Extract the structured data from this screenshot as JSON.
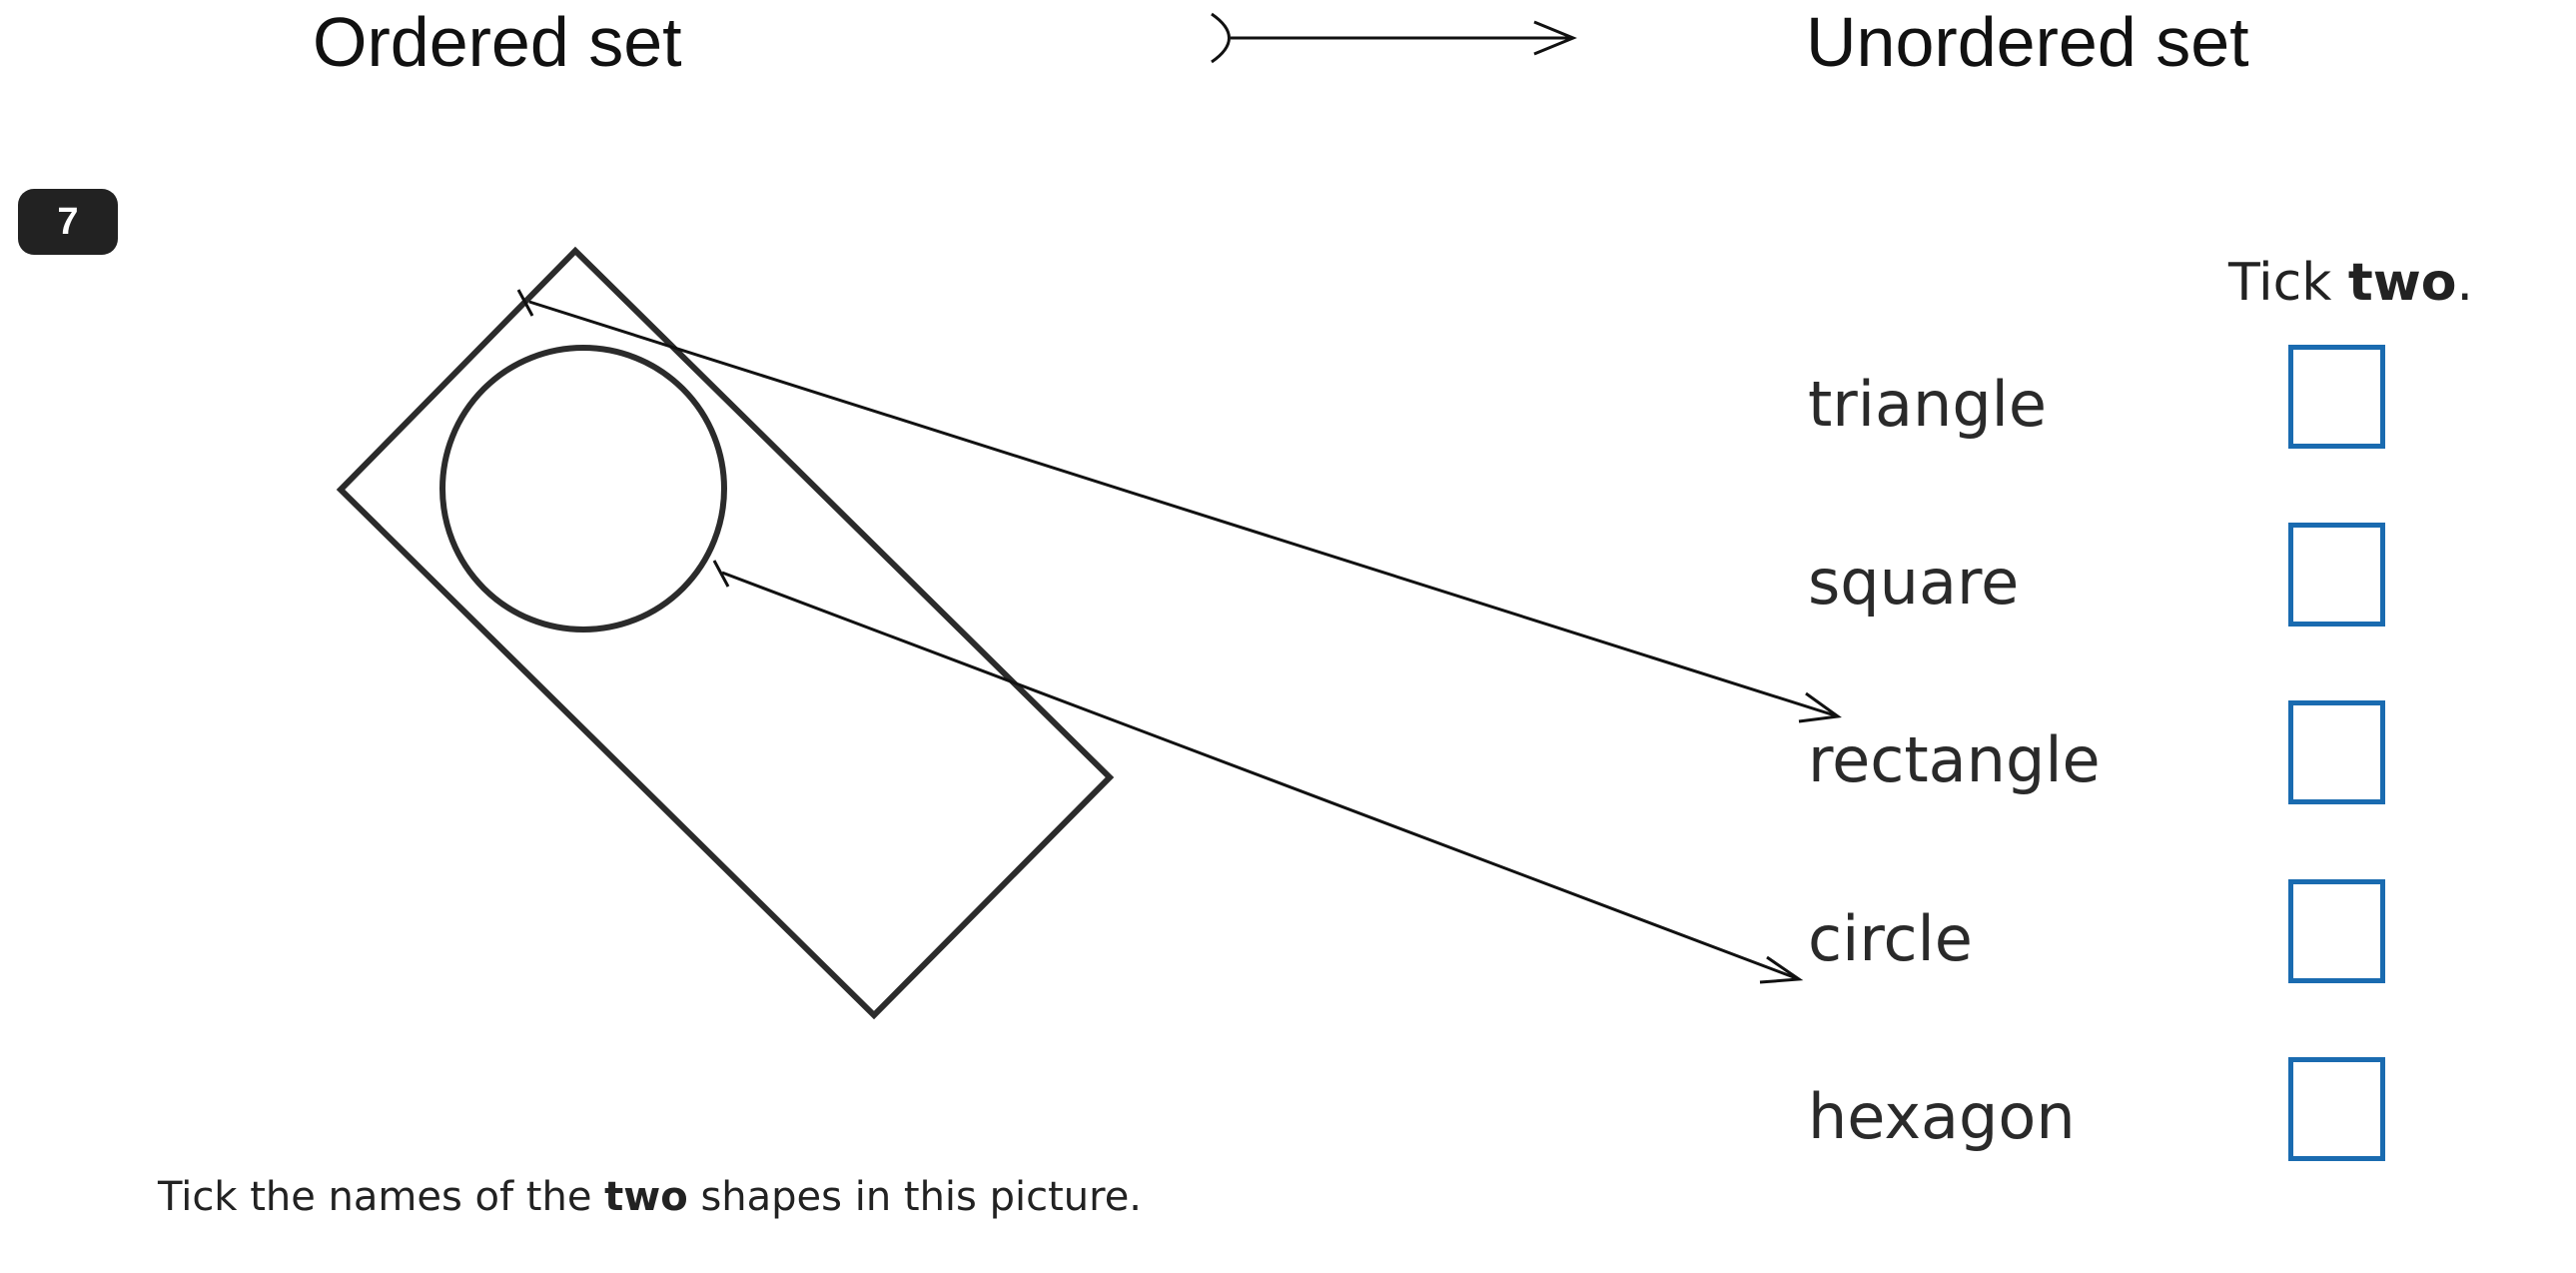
{
  "header": {
    "left_label": "Ordered set",
    "right_label": "Unordered set"
  },
  "question": {
    "number": "7",
    "instruction_prefix": "Tick ",
    "instruction_bold": "two",
    "instruction_suffix": ".",
    "text_prefix": "Tick the names of the ",
    "text_bold": "two",
    "text_suffix": " shapes in this picture."
  },
  "options": [
    {
      "label": "triangle"
    },
    {
      "label": "square"
    },
    {
      "label": "rectangle"
    },
    {
      "label": "circle"
    },
    {
      "label": "hexagon"
    }
  ],
  "colors": {
    "tick_box_border": "#1a6bb0",
    "badge_background": "#222222",
    "shape_stroke": "#2b2b2b"
  }
}
